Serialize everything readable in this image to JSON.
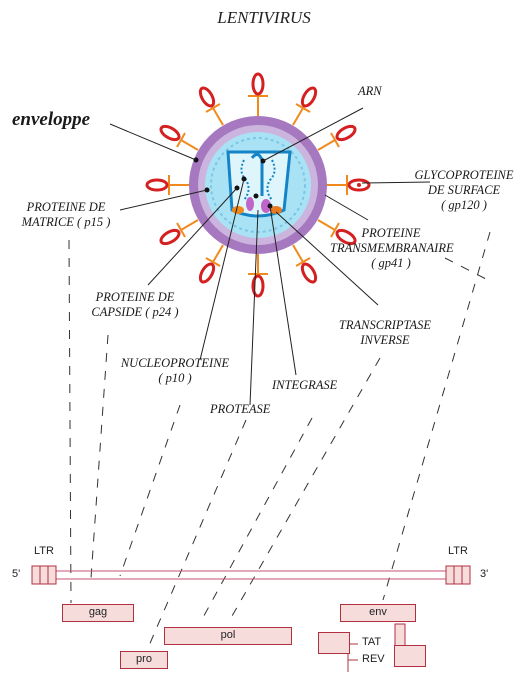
{
  "title": "LENTIVIRUS",
  "labels": {
    "enveloppe": "enveloppe",
    "arn": "ARN",
    "matrice_1": "PROTEINE DE",
    "matrice_2": "MATRICE ( p15 )",
    "glyco_1": "GLYCOPROTEINE",
    "glyco_2": "DE SURFACE",
    "glyco_3": "( gp120 )",
    "trans_1": "PROTEINE",
    "trans_2": "TRANSMEMBRANAIRE",
    "trans_3": "( gp41 )",
    "capside_1": "PROTEINE DE",
    "capside_2": "CAPSIDE ( p24 )",
    "rt_1": "TRANSCRIPTASE",
    "rt_2": "INVERSE",
    "nucleo_1": "NUCLEOPROTEINE",
    "nucleo_2": "( p10 )",
    "integrase": "INTEGRASE",
    "protease": "PROTEASE"
  },
  "genome": {
    "ltr_left": "LTR",
    "ltr_right": "LTR",
    "five_prime": "5'",
    "three_prime": "3'",
    "genes": {
      "gag": "gag",
      "pol": "pol",
      "pro": "pro",
      "env": "env",
      "tat": "TAT",
      "rev": "REV"
    }
  },
  "colors": {
    "membrane": "#a678bf",
    "matrix": "#cbb4dd",
    "core_fill": "#a9e2f4",
    "core_border": "#1584c6",
    "spike_stalk": "#f08a1c",
    "spike_head": "#d42020",
    "gene_box_fill": "#f7dcdc",
    "gene_box_border": "#b03040",
    "genome_line": "#c85070"
  }
}
